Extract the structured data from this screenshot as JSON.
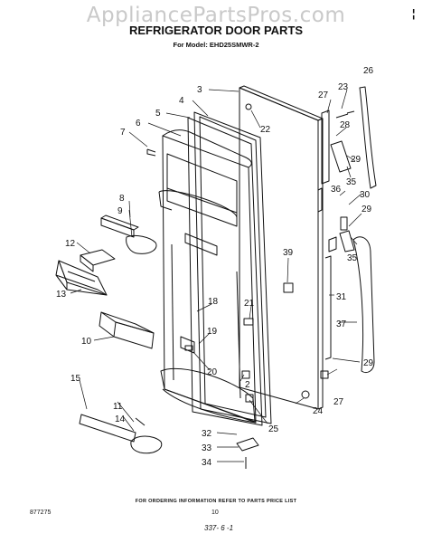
{
  "watermark": "AppliancePartsPros.com",
  "title": "REFRIGERATOR DOOR PARTS",
  "model": "For Model: EHD25SMWR-2",
  "corner_mark": "¦",
  "callouts": {
    "c2": "2",
    "c3": "3",
    "c4": "4",
    "c5": "5",
    "c6": "6",
    "c7": "7",
    "c8": "8",
    "c9": "9",
    "c10": "10",
    "c11": "11",
    "c12": "12",
    "c13": "13",
    "c14": "14",
    "c15": "15",
    "c18": "18",
    "c19": "19",
    "c20": "20",
    "c21": "21",
    "c22": "22",
    "c23": "23",
    "c24": "24",
    "c25": "25",
    "c26": "26",
    "c27a": "27",
    "c27b": "27",
    "c28": "28",
    "c29a": "29",
    "c29b": "29",
    "c29c": "29",
    "c30": "30",
    "c31": "31",
    "c32": "32",
    "c33": "33",
    "c34": "34",
    "c35a": "35",
    "c35b": "35",
    "c36": "36",
    "c37": "37",
    "c39": "39"
  },
  "footer": "FOR ORDERING INFORMATION REFER TO PARTS PRICE LIST",
  "doc_number": "877275",
  "page_number": "10",
  "signature": "337- 6 -1"
}
